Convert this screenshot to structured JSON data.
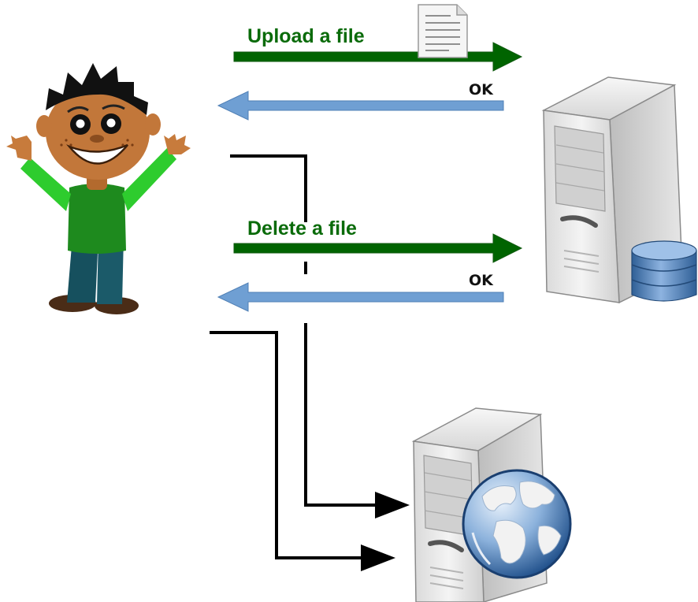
{
  "messages": {
    "upload_label": "Upload a file",
    "delete_label": "Delete a file",
    "ok_upload": "OK",
    "ok_delete": "OK"
  },
  "colors": {
    "request_arrow": "#006400",
    "response_arrow": "#6f9fd3",
    "request_text": "#0a6b0a",
    "connector": "#000000"
  },
  "icons": {
    "user": "user-icon",
    "document": "document-icon",
    "storage_server": "database-server-icon",
    "web_server": "web-server-icon"
  }
}
